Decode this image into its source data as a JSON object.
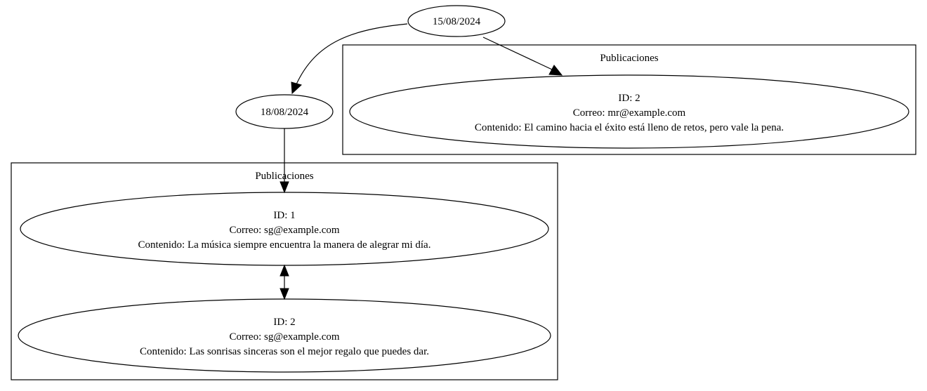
{
  "date_nodes": {
    "d1": {
      "label": "15/08/2024"
    },
    "d2": {
      "label": "18/08/2024"
    }
  },
  "clusters": {
    "c1": {
      "label": "Publicaciones"
    },
    "c2": {
      "label": "Publicaciones"
    }
  },
  "posts": {
    "p_c1_2": {
      "id": "ID: 2",
      "email": "Correo: mr@example.com",
      "content": "Contenido: El camino hacia el éxito está lleno de retos, pero vale la pena."
    },
    "p_c2_1": {
      "id": "ID: 1",
      "email": "Correo: sg@example.com",
      "content": "Contenido: La música siempre encuentra la manera de alegrar mi día."
    },
    "p_c2_2": {
      "id": "ID: 2",
      "email": "Correo: sg@example.com",
      "content": "Contenido: Las sonrisas sinceras son el mejor regalo que puedes dar."
    }
  },
  "colors": {
    "stroke": "#000000",
    "background": "#ffffff"
  }
}
